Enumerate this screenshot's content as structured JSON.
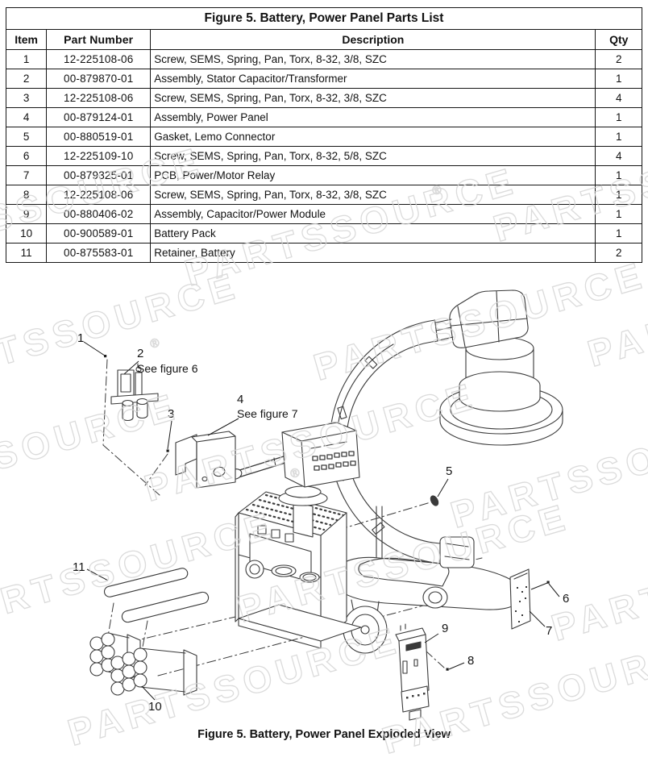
{
  "page": {
    "table_title": "Figure 5.  Battery, Power Panel Parts List",
    "caption": "Figure 5.  Battery, Power Panel Exploded View",
    "watermark_text": "PARTSSOURCE",
    "reg_mark": "®",
    "watermark_color": "#d5d5d5",
    "line_color": "#3a3a3a"
  },
  "table": {
    "headers": [
      "Item",
      "Part Number",
      "Description",
      "Qty"
    ],
    "rows": [
      {
        "item": "1",
        "part_number": "12-225108-06",
        "description": "Screw, SEMS, Spring, Pan, Torx, 8-32, 3/8, SZC",
        "qty": "2"
      },
      {
        "item": "2",
        "part_number": "00-879870-01",
        "description": "Assembly, Stator Capacitor/Transformer",
        "qty": "1"
      },
      {
        "item": "3",
        "part_number": "12-225108-06",
        "description": "Screw, SEMS, Spring, Pan, Torx, 8-32, 3/8, SZC",
        "qty": "4"
      },
      {
        "item": "4",
        "part_number": "00-879124-01",
        "description": "Assembly, Power Panel",
        "qty": "1"
      },
      {
        "item": "5",
        "part_number": "00-880519-01",
        "description": "Gasket, Lemo Connector",
        "qty": "1"
      },
      {
        "item": "6",
        "part_number": "12-225109-10",
        "description": "Screw, SEMS, Spring, Pan, Torx, 8-32, 5/8, SZC",
        "qty": "4"
      },
      {
        "item": "7",
        "part_number": "00-879325-01",
        "description": "PCB, Power/Motor Relay",
        "qty": "1"
      },
      {
        "item": "8",
        "part_number": "12-225108-06",
        "description": "Screw, SEMS, Spring, Pan, Torx, 8-32, 3/8, SZC",
        "qty": "1"
      },
      {
        "item": "9",
        "part_number": "00-880406-02",
        "description": "Assembly, Capacitor/Power Module",
        "qty": "1"
      },
      {
        "item": "10",
        "part_number": "00-900589-01",
        "description": "Battery Pack",
        "qty": "1"
      },
      {
        "item": "11",
        "part_number": "00-875583-01",
        "description": "Retainer, Battery",
        "qty": "2"
      }
    ]
  },
  "diagram": {
    "callouts": [
      {
        "label": "1"
      },
      {
        "label": "2",
        "note": "See figure 6"
      },
      {
        "label": "3"
      },
      {
        "label": "4",
        "note": "See figure 7"
      },
      {
        "label": "5"
      },
      {
        "label": "6"
      },
      {
        "label": "7"
      },
      {
        "label": "8"
      },
      {
        "label": "9"
      },
      {
        "label": "10"
      },
      {
        "label": "11"
      }
    ]
  }
}
